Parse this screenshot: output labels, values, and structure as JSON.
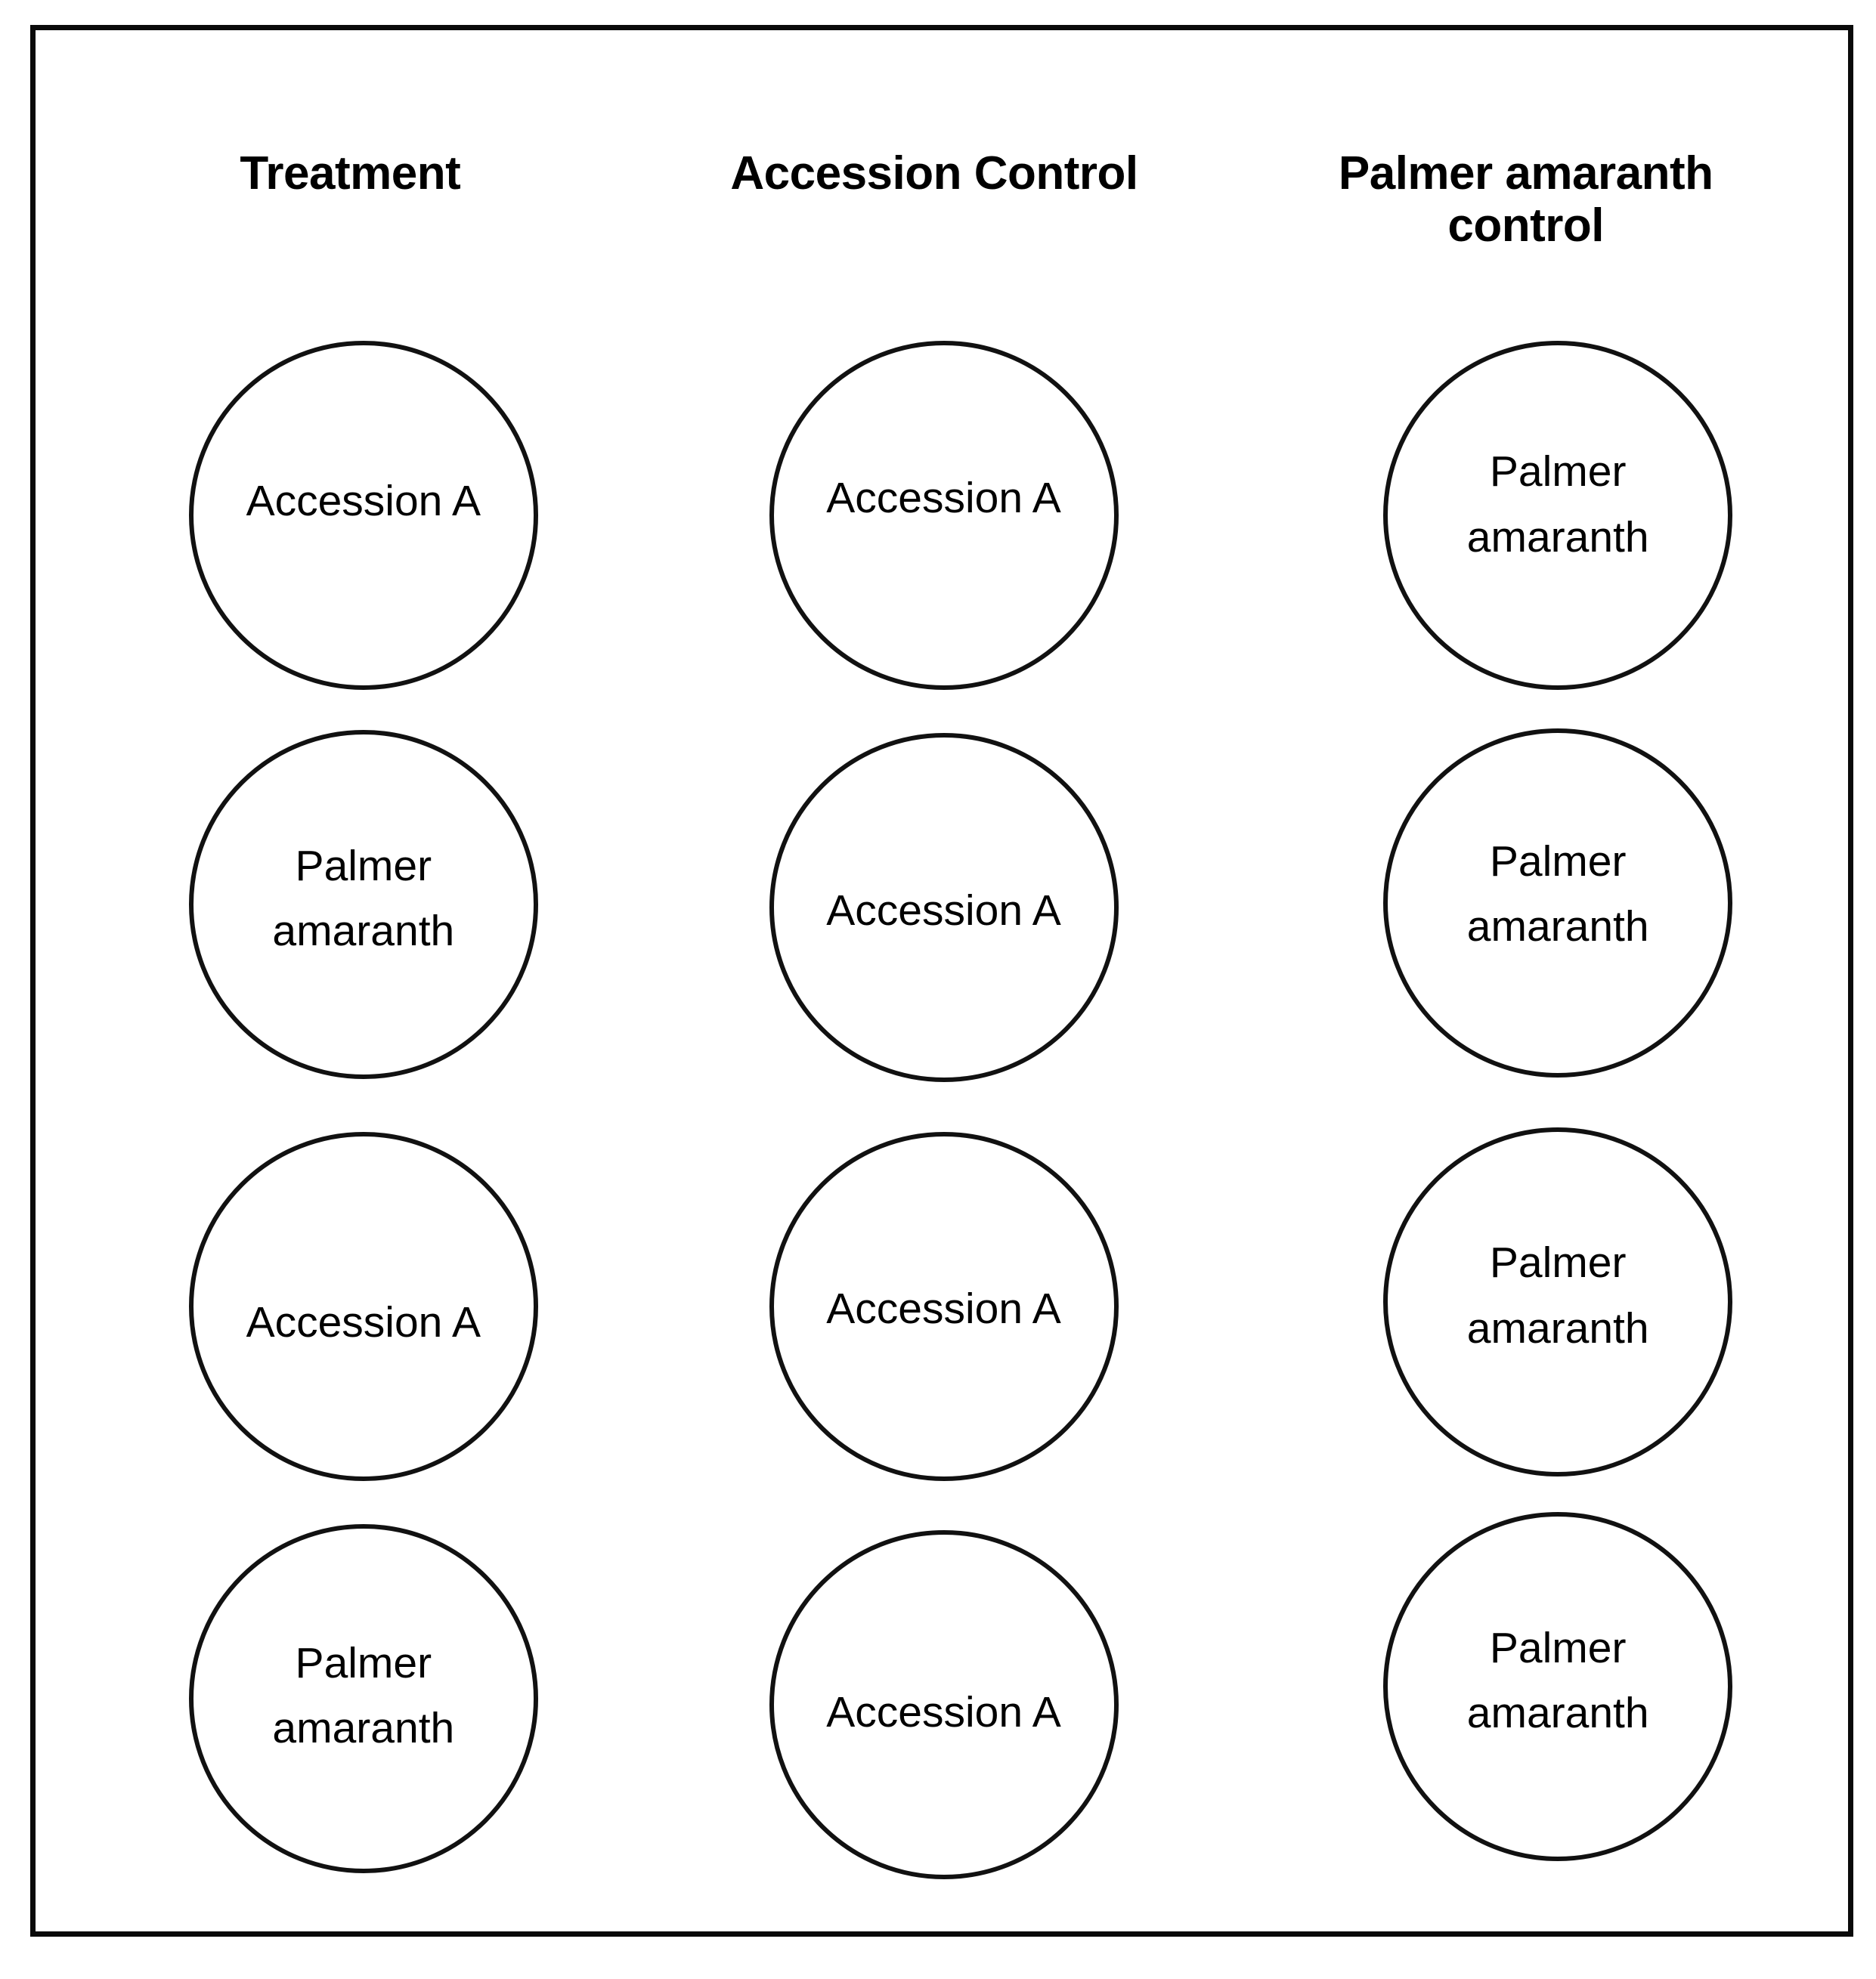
{
  "figure": {
    "border_color": "#0a0a0a",
    "background_color": "#ffffff",
    "text_color": "#000000"
  },
  "columns": [
    {
      "id": "treatment",
      "label": "Treatment"
    },
    {
      "id": "accession-control",
      "label": "Accession Control"
    },
    {
      "id": "palmer-amaranth-control",
      "label": "Palmer amaranth\ncontrol"
    }
  ],
  "labels": {
    "accession_a": "Accession A",
    "palmer_amaranth": "Palmer\namaranth"
  },
  "grid": {
    "rows": 4,
    "cols": 3,
    "cells": [
      [
        {
          "plant": "Accession A"
        },
        {
          "plant": "Accession A"
        },
        {
          "plant": "Palmer\namaranth"
        }
      ],
      [
        {
          "plant": "Palmer\namaranth"
        },
        {
          "plant": "Accession A"
        },
        {
          "plant": "Palmer\namaranth"
        }
      ],
      [
        {
          "plant": "Accession A"
        },
        {
          "plant": "Accession A"
        },
        {
          "plant": "Palmer\namaranth"
        }
      ],
      [
        {
          "plant": "Palmer\namaranth"
        },
        {
          "plant": "Accession A"
        },
        {
          "plant": "Palmer\namaranth"
        }
      ]
    ]
  }
}
